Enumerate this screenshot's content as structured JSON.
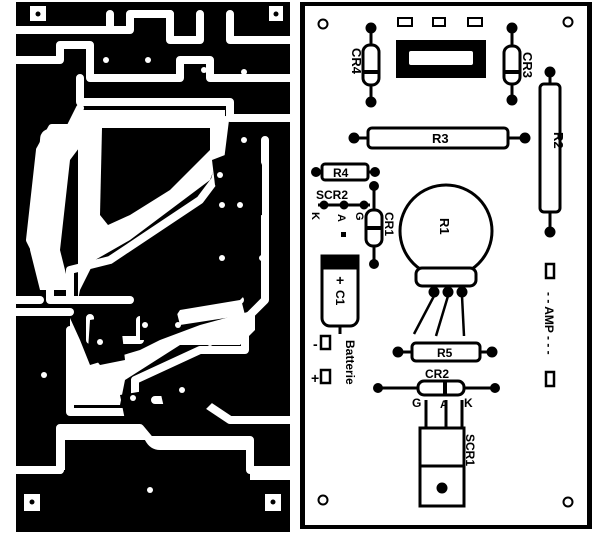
{
  "labels": {
    "cr4": "CR4",
    "cr3": "CR3",
    "r3": "R3",
    "r2": "R2",
    "r4": "R4",
    "scr2": "SCR2",
    "k_left": "K",
    "a_left": "A",
    "g_left": "G",
    "cr1": "CR1",
    "r1": "R1",
    "c1": "C1",
    "c1_plus": "+",
    "amp": "- - AMP - - -",
    "batt_minus": "-",
    "batt_plus": "+",
    "battery": "Batterie",
    "r5": "R5",
    "cr2": "CR2",
    "g_right": "G",
    "a_right": "A",
    "k_right": "K",
    "scr1": "SCR1"
  },
  "colors": {
    "ink": "#000000",
    "paper": "#ffffff"
  }
}
